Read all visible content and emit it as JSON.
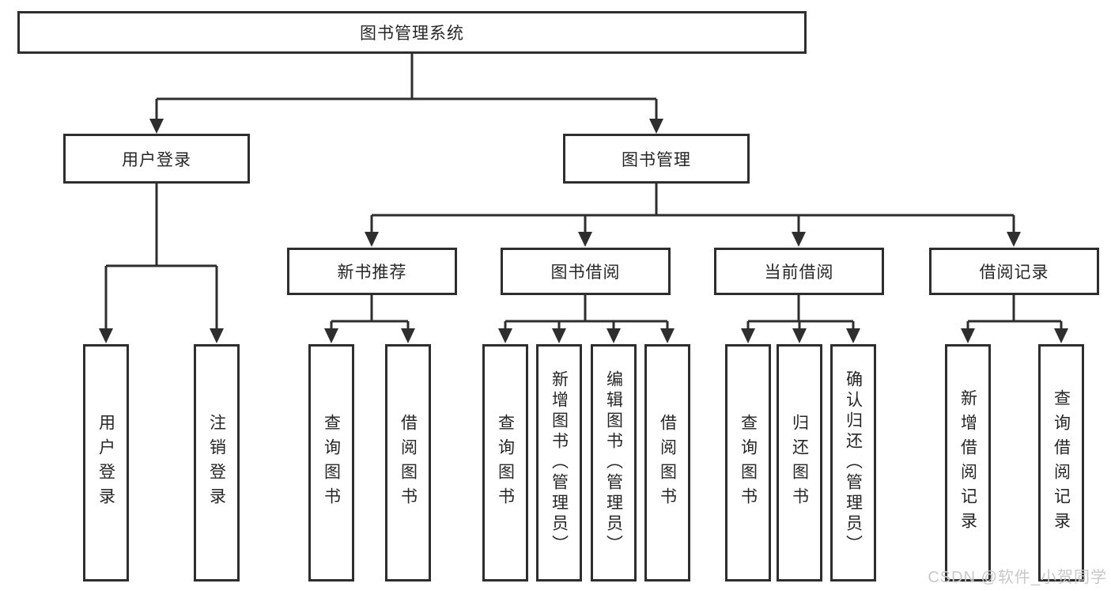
{
  "colors": {
    "line": "#2e2e2e",
    "border": "#2e2e2e",
    "text": "#262626",
    "background": "#ffffff",
    "watermark": "#c8c8c8"
  },
  "watermark": {
    "text": "CSDN @软件_小贺同学"
  },
  "tree": {
    "title": "图书管理系统",
    "children": [
      {
        "label": "用户登录",
        "children": [
          {
            "label": "用户登录"
          },
          {
            "label": "注销登录"
          }
        ]
      },
      {
        "label": "图书管理",
        "children": [
          {
            "label": "新书推荐",
            "children": [
              {
                "label": "查询图书"
              },
              {
                "label": "借阅图书"
              }
            ]
          },
          {
            "label": "图书借阅",
            "children": [
              {
                "label": "查询图书"
              },
              {
                "label": "新增图书（管理员）"
              },
              {
                "label": "编辑图书（管理员）"
              },
              {
                "label": "借阅图书"
              }
            ]
          },
          {
            "label": "当前借阅",
            "children": [
              {
                "label": "查询图书"
              },
              {
                "label": "归还图书"
              },
              {
                "label": "确认归还（管理员）"
              }
            ]
          },
          {
            "label": "借阅记录",
            "children": [
              {
                "label": "新增借阅记录"
              },
              {
                "label": "查询借阅记录"
              }
            ]
          }
        ]
      }
    ]
  }
}
